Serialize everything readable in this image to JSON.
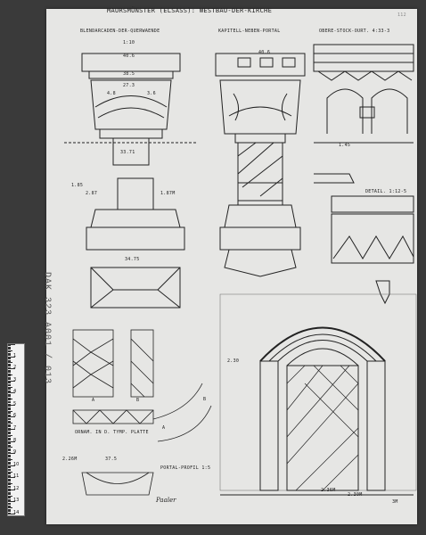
{
  "title": "MAURSMÜNSTER (ELSASS): WESTBAU-DER-KIRCHE",
  "captions": {
    "blendarcaden": "BLENDARCADEN-DER-QUERWAENDE",
    "kapitell": "KAPITELL-NEBEN-PORTAL",
    "obere": "OBERE-STOCK-OURT. 4:33-3",
    "detail": "DETAIL. 1:12-5",
    "ornam": "ORNAM. IN D. TYMP. PLATTE",
    "portal": "PORTAL-PROFIL 1:5",
    "scale": "1:10"
  },
  "dimensions": [
    "40.6",
    "38.5",
    "27.3",
    "4.8",
    "3.6",
    "33.71",
    "40.6",
    "2.87",
    "1.87M",
    "34.75",
    "2.30",
    "2.36M",
    "2.30M",
    "2.26M",
    "37.5",
    "1.85",
    "1.45",
    "3M"
  ],
  "letters": [
    "A",
    "B",
    "A",
    "B"
  ],
  "stamp": "DAK 323 A001 / 013",
  "corner_number": "112",
  "signature": "Paaler",
  "ruler": {
    "numbers": [
      "1",
      "2",
      "3",
      "4",
      "5",
      "6",
      "7",
      "8",
      "9",
      "10",
      "11",
      "12",
      "13",
      "14"
    ]
  }
}
